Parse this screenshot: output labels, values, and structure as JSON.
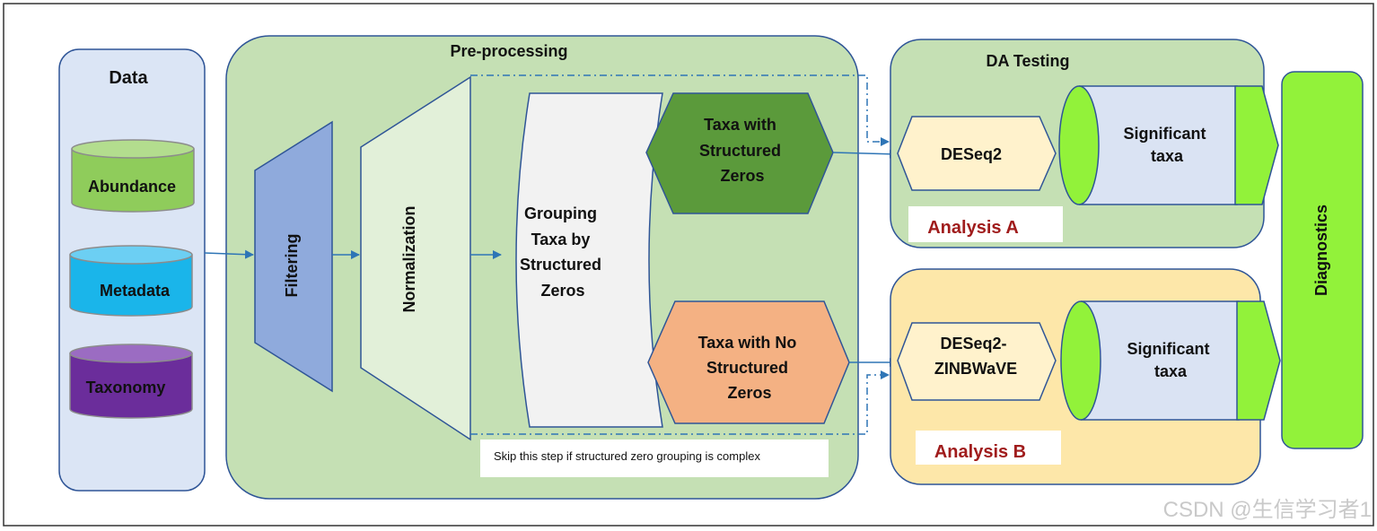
{
  "sections": {
    "data": "Data",
    "preprocessing": "Pre-processing",
    "da_testing": "DA Testing"
  },
  "data_items": {
    "abundance": "Abundance",
    "metadata": "Metadata",
    "taxonomy": "Taxonomy"
  },
  "steps": {
    "filtering": "Filtering",
    "normalization": "Normalization",
    "grouping": [
      "Grouping",
      "Taxa by",
      "Structured",
      "Zeros"
    ]
  },
  "groups": {
    "with_zeros": [
      "Taxa with",
      "Structured",
      "Zeros"
    ],
    "no_zeros": [
      "Taxa with No",
      "Structured",
      "Zeros"
    ]
  },
  "methods": {
    "a": "DESeq2",
    "b": [
      "DESeq2-",
      "ZINBWaVE"
    ]
  },
  "outputs": {
    "a": [
      "Significant",
      "taxa"
    ],
    "b": [
      "Significant",
      "taxa"
    ]
  },
  "analyses": {
    "a": "Analysis  A",
    "b": "Analysis  B"
  },
  "diagnostics": "Diagnostics",
  "skip_note": "Skip this step if structured zero grouping is complex",
  "watermark": "CSDN @生信学习者1",
  "colors": {
    "data_panel": "#dbe5f5",
    "preprocessing_panel": "#c5e0b4",
    "da_panel_a": "#c5e0b4",
    "da_panel_b": "#fde7a9",
    "abundance": "#8fcc5b",
    "metadata": "#1ab5ea",
    "taxonomy": "#6b2d9b",
    "filtering": "#8faadc",
    "normalization": "#e2f0d9",
    "grouping": "#f2f2f2",
    "with_zeros": "#5b9a3b",
    "no_zeros": "#f4b183",
    "method_box": "#fff2cc",
    "significant": "#dae3f3",
    "diagnostics": "#92f23a",
    "arrow": "#2e75b6",
    "analysis_text": "#a01c1c"
  }
}
